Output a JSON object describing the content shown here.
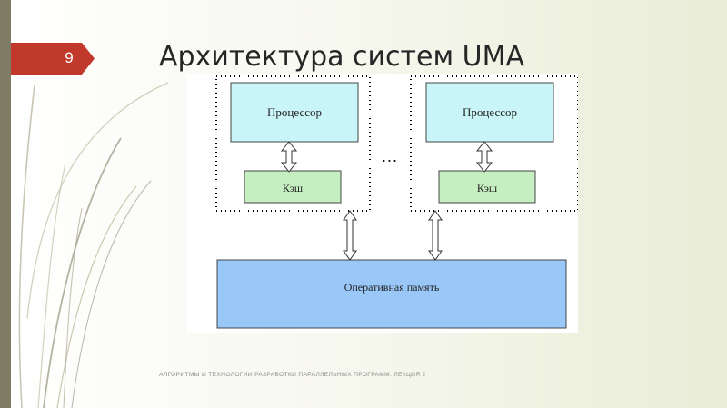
{
  "slide": {
    "page_number": "9",
    "title": "Архитектура систем UMA",
    "footer": "АЛГОРИТМЫ И ТЕХНОЛОГИИ РАЗРАБОТКИ ПАРАЛЛЕЛЬНЫХ ПРОГРАММ. ЛЕКЦИЯ 2"
  },
  "diagram": {
    "processor_groups": [
      {
        "processor_label": "Процессор",
        "cache_label": "Кэш"
      },
      {
        "processor_label": "Процессор",
        "cache_label": "Кэш"
      }
    ],
    "ellipsis": "…",
    "memory_label": "Оперативная память"
  },
  "colors": {
    "badge": "#c0392b",
    "left_bar": "#7f7b64",
    "processor_fill": "#c9f5f8",
    "cache_fill": "#c6efc1",
    "memory_fill": "#99c8f8"
  }
}
